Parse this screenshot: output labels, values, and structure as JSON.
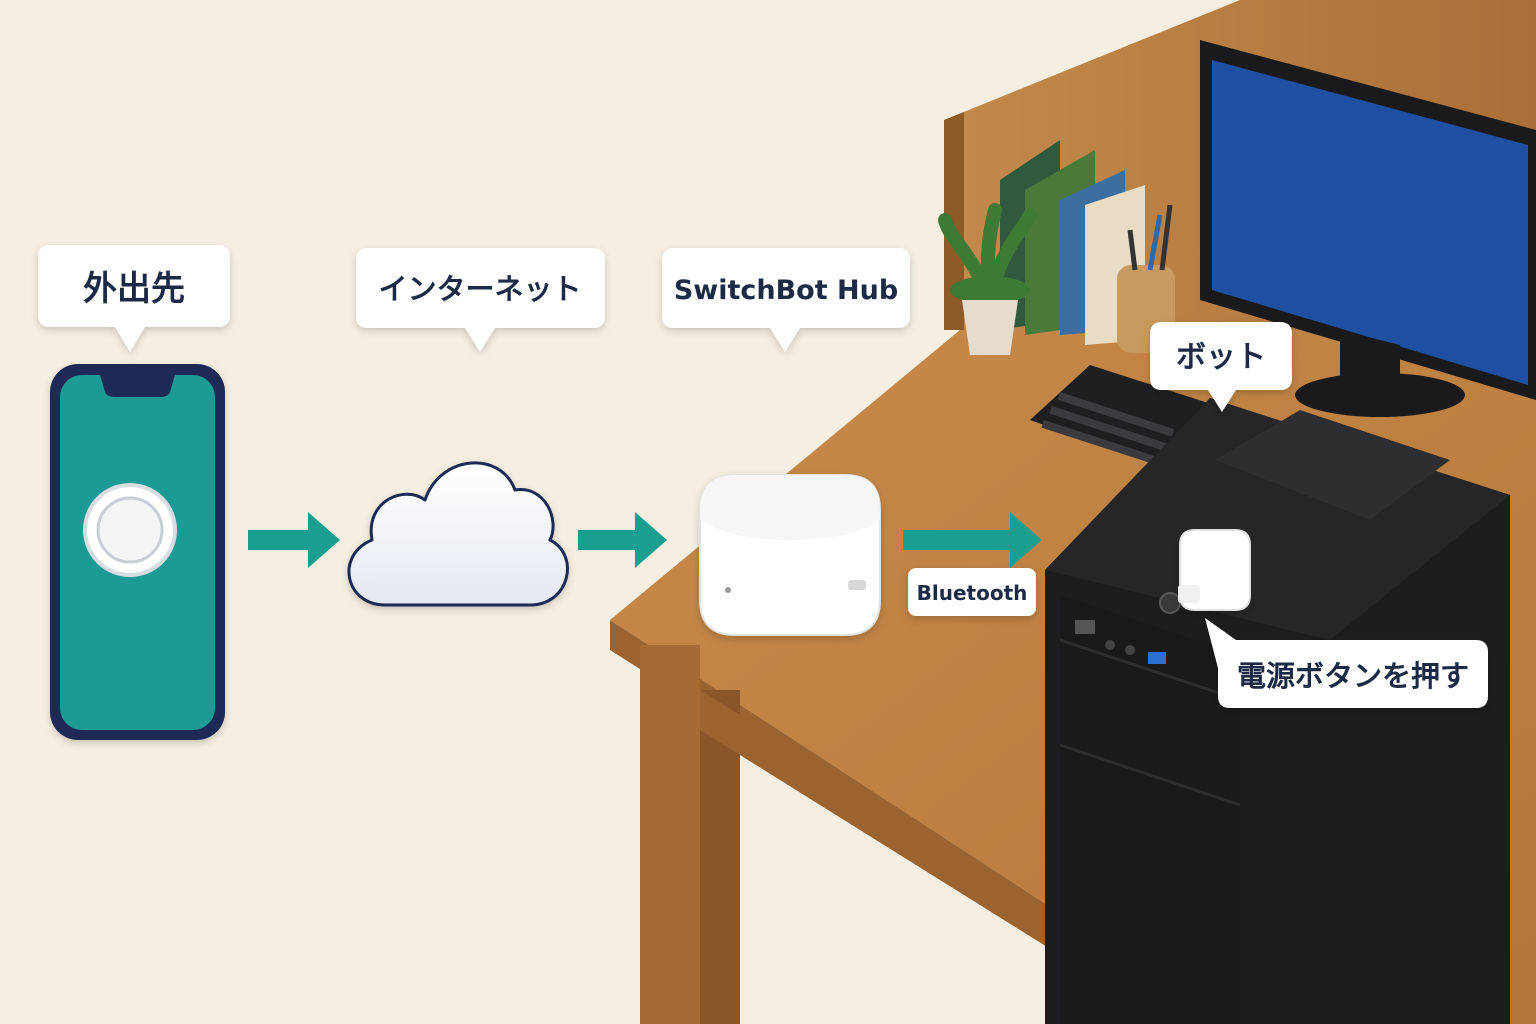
{
  "labels": {
    "remote": "外出先",
    "internet": "インターネット",
    "hub": "SwitchBot Hub",
    "bot": "ボット",
    "bluetooth": "Bluetooth",
    "action": "電源ボタンを押す"
  },
  "colors": {
    "background": "#f6efe1",
    "arrow": "#1a9e8f",
    "phone_screen": "#1f9a96",
    "phone_frame": "#1f2a55",
    "desk_wood": "#b77a3e",
    "pc_case": "#1d1d1f",
    "monitor_screen": "#1f4fa0",
    "label_text": "#1f2a44"
  },
  "icons": [
    "smartphone-icon",
    "cloud-icon",
    "hub-device-icon",
    "bot-device-icon",
    "pc-tower-icon",
    "monitor-icon",
    "keyboard-icon",
    "plant-icon",
    "books-icon",
    "pen-holder-icon"
  ]
}
